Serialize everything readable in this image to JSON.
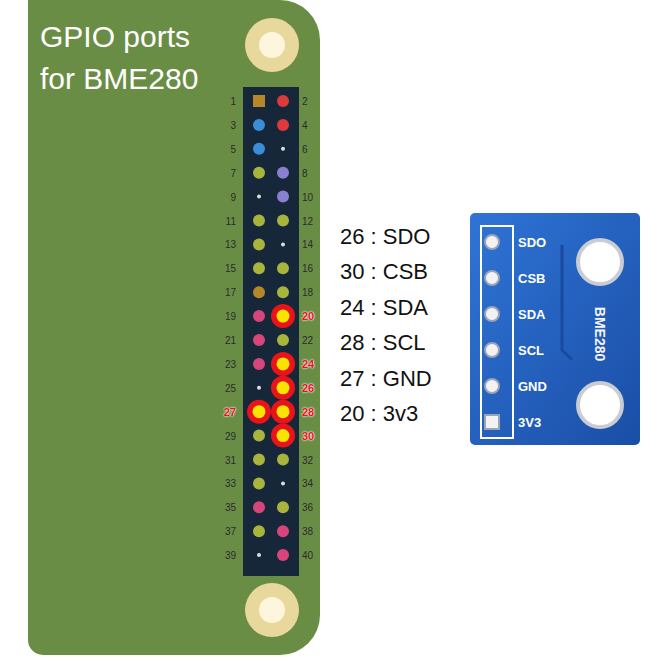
{
  "diagram": {
    "title": "GPIO ports for BME280",
    "nodes": [
      {
        "text": [
          "SDO",
          "CSB",
          "SDA",
          "SCL",
          "GND",
          "3V3",
          "BME280"
        ]
      }
    ],
    "labels": [
      "1",
      "2",
      "3",
      "4",
      "5",
      "6",
      "7",
      "8",
      "9",
      "10",
      "11",
      "12",
      "13",
      "14",
      "15",
      "16",
      "17",
      "18",
      "19",
      "20",
      "21",
      "22",
      "23",
      "24",
      "25",
      "26",
      "27",
      "28",
      "29",
      "30",
      "31",
      "32",
      "33",
      "34",
      "35",
      "36",
      "37",
      "38",
      "39",
      "40",
      "26 : SDO",
      "30 : CSB",
      "24 : SDA",
      "28 : SCL",
      "27 : GND",
      "20 : 3v3"
    ]
  }
}
